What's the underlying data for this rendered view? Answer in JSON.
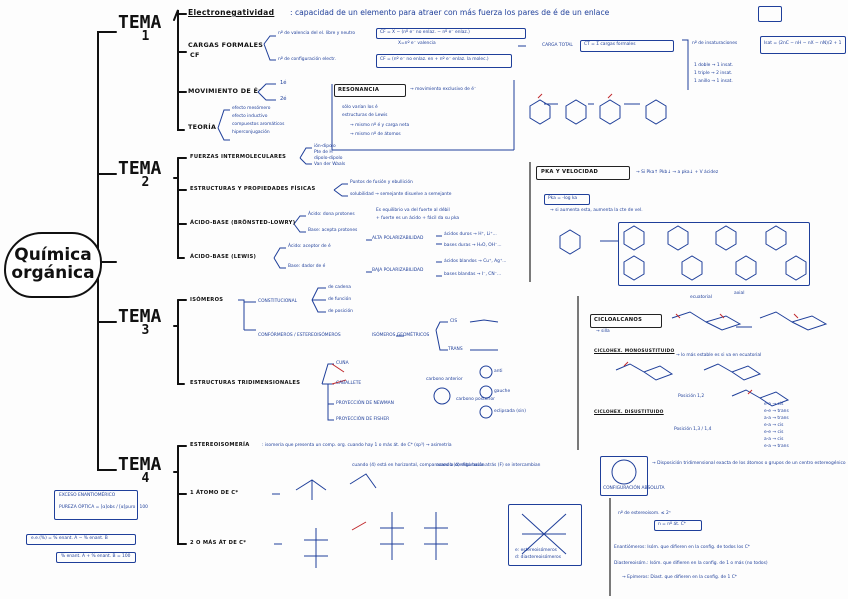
{
  "central": {
    "line1": "Química",
    "line2": "orgánica"
  },
  "temas": [
    {
      "word": "TEMA",
      "num": "1"
    },
    {
      "word": "TEMA",
      "num": "2"
    },
    {
      "word": "TEMA",
      "num": "3"
    },
    {
      "word": "TEMA",
      "num": "4"
    }
  ],
  "t1": {
    "electro_title": "Electronegatividad",
    "electro_def": ": capacidad de un elemento para atraer con más fuerza los pares de é de un enlace",
    "cargas": "CARGAS FORMALES",
    "cargas_sub": "CF",
    "valencia_label": "nº de valencia del el. libre y neutro",
    "config_label": "nº de configuración electr.",
    "formula1": "CF = X − (nº e⁻ no enlaz. − nº e⁻ enlaz.)",
    "formula1_note": "X=nº e⁻ valencia",
    "formula2": "CF = (nº e⁻ no enlaz. en + nº e⁻ enlaz. la molec.)",
    "carga_total": "CARGA TOTAL",
    "carga_formula": "CT = Σ cargas formales",
    "insat_label": "nº de insaturaciones",
    "insat_formula": "Isat = (2nC − nH − nX − nN)/2 + 1",
    "insat_list": [
      "1 doble → 1 insat.",
      "1 triple → 2 insat.",
      "1 anillo → 1 insat."
    ],
    "movimiento": "MOVIMIENTO DE é⁻",
    "mov_items": [
      "1é",
      "2é"
    ],
    "teoria": "TEORÍA",
    "teoria_items": [
      "efecto mesómero",
      "efecto inductivo",
      "compuestos aromáticos",
      "hiperconjugación"
    ],
    "resonancia": "RESONANCIA",
    "res_def": "→ movimiento exclusivo de é⁻",
    "res_lines": [
      "sólo varían los é",
      "estructuras de Lewis",
      "→ mismo nº é y carga neta",
      "→ mismo nº de átomos"
    ]
  },
  "t2": {
    "fuerzas": "FUERZAS INTERMOLECULARES",
    "fuerzas_items": [
      "ión-dipolo",
      "Pte de H",
      "dipolo-dipolo",
      "Van der Waals"
    ],
    "estructuras": "ESTRUCTURAS Y PROPIEDADES FÍSICAS",
    "est_items": [
      "Puntos de fusión y ebullición",
      "solubilidad → semejante disuelve a semejante"
    ],
    "acido_bronsted": "ÁCIDO-BASE (BRÖNSTED-LOWRY)",
    "bronsted_items": [
      "Ácido: dona protones",
      "Base: acepta protones"
    ],
    "equilibrio": [
      "Es equilibrio va del fuerte al débil",
      "+ fuerte es un ácido + fácil da su pka"
    ],
    "acido_lewis": "ÁCIDO-BASE (LEWIS)",
    "lewis_items": [
      "Ácido: aceptor de é",
      "Base: dador de é"
    ],
    "alta_pol": "ALTA POLARIZABILIDAD",
    "baja_pol": "BAJA POLARIZABILIDAD",
    "acidos_bases": [
      "ácidos duros → H⁺, Li⁺...",
      "bases duras → H₂O, OH⁻...",
      "ácidos blandos → Cu⁺, Ag⁺...",
      "bases blandas → I⁻, CN⁻..."
    ],
    "pka_title": "PKA Y VELOCIDAD",
    "pka_note": "→ Si Pka↑ Pkb↓ → a pka↓ + V ácidez",
    "pka_log": "Pka = -log ka",
    "pka_sub": "→ si aumenta esta, aumenta la cte de vel."
  },
  "t3": {
    "isomeros": "ISÓMEROS",
    "constitucional": "CONSTITUCIONAL",
    "const_items": [
      "de cadena",
      "de función",
      "de posición"
    ],
    "conformeros": "CONFÓRMEROS / ESTEREOISÓMEROS",
    "geometricos": "ISÓMEROS GEOMÉTRICOS",
    "cis": "CIS",
    "trans": "TRANS",
    "tridim": "ESTRUCTURAS TRIDIMENSIONALES",
    "tridim_items": [
      "CUÑA",
      "CABALLETE",
      "PROYECCIÓN DE NEWMAN",
      "PROYECCIÓN DE FISHER"
    ],
    "conf_labels": [
      "carbono anterior",
      "carbono posterior",
      "anti",
      "gauche",
      "eclipsada (sin)"
    ],
    "cicloalcanos": "CICLOALCANOS",
    "ciclo_note": "→ silla",
    "ecuatorial": "ecuatorial",
    "axial": "axial",
    "mono": "CICLOHEX. MONOSUSTITUIDO",
    "mono_note": "→ lo más estable es si va en ecuatorial",
    "disust": "CICLOHEX. DISUSTITUIDO",
    "pos12": "Posición 1,2",
    "pos13": "Posición 1,3 / 1,4",
    "pos_items": [
      "e-a → cis",
      "e-e → trans",
      "a-a → trans",
      "e-a → cis",
      "e-e → cis",
      "a-a → cis",
      "e-a → trans"
    ]
  },
  "t4": {
    "estereo": "ESTEREOISOMERÍA",
    "estereo_def": ": isomería que presenta un comp. org. cuando hay 1 o más át. de C* (sp³) → asimetría",
    "un_atomo": "1 ÁTOMO DE C*",
    "dos_atomos": "2 O MÁS ÁT DE C*",
    "exceso_title": "EXCESO ENANTIOMÉRICO",
    "exceso_formula": "PUREZA ÓPTICA = [α]obs / [α]puro · 100",
    "ee_line1": "e.e.(%) = % enant. A − % enant. B",
    "ee_line2": "% enant. A + % enant. B = 100",
    "fisher_notes": [
      "cuando (4) está en horizontal, comparamos la configuración",
      "cuando (4) está hacia atrás (F) se intercambian"
    ],
    "conf_abs": "CONFIGURACIÓN ABSOLUTA",
    "conf_abs_note": "→ Disposición tridimensional exacta de los átomos o grupos de un centro estereogénico",
    "n_estereo": "nº de estereoisom. ≤ 2ⁿ",
    "n_formula": "n = nº át. C*",
    "enant": "Enantiómeros: Isóm. que difieren en la config. de todos los C*",
    "diast": "Diastereoisóm.: Isóm. que difieren en la config. de 1 o más (no todos)",
    "epim": "→ Epímeros: Diast. que difieren en la config. de 1 C*",
    "legend": [
      "e: estereoisómeros",
      "d: diastereoisómeros"
    ]
  }
}
